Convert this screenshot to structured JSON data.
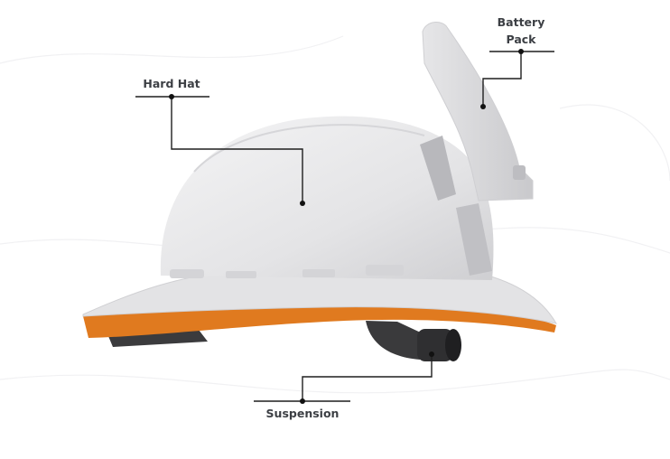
{
  "labels": {
    "hard_hat": "Hard Hat",
    "battery_pack_line1": "Battery",
    "battery_pack_line2": "Pack",
    "suspension": "Suspension"
  },
  "colors": {
    "shell": "#e9e9ea",
    "brim_underside": "#e07a1f",
    "suspension": "#3a3a3c",
    "callout_line": "#1e1e1e"
  }
}
